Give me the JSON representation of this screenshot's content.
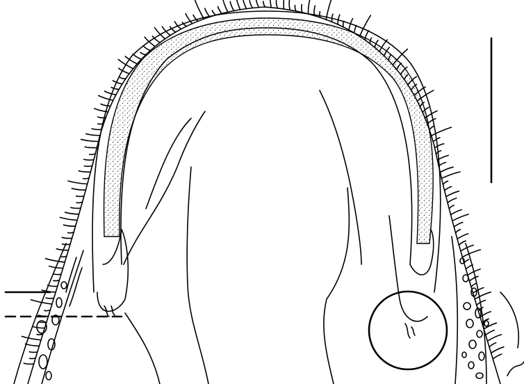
{
  "figure": {
    "background_color": "#ffffff",
    "ink_color": "#000000",
    "stipple_color": "#333333",
    "elements": [
      "outer-cuticle-outline",
      "spiny-setae-fringe",
      "stippled-tissue-band",
      "inner-lumen-outline",
      "scale-bar",
      "section-marker-solid",
      "section-marker-dashed",
      "detail-highlight-circle",
      "lateral-cell-clusters"
    ]
  }
}
